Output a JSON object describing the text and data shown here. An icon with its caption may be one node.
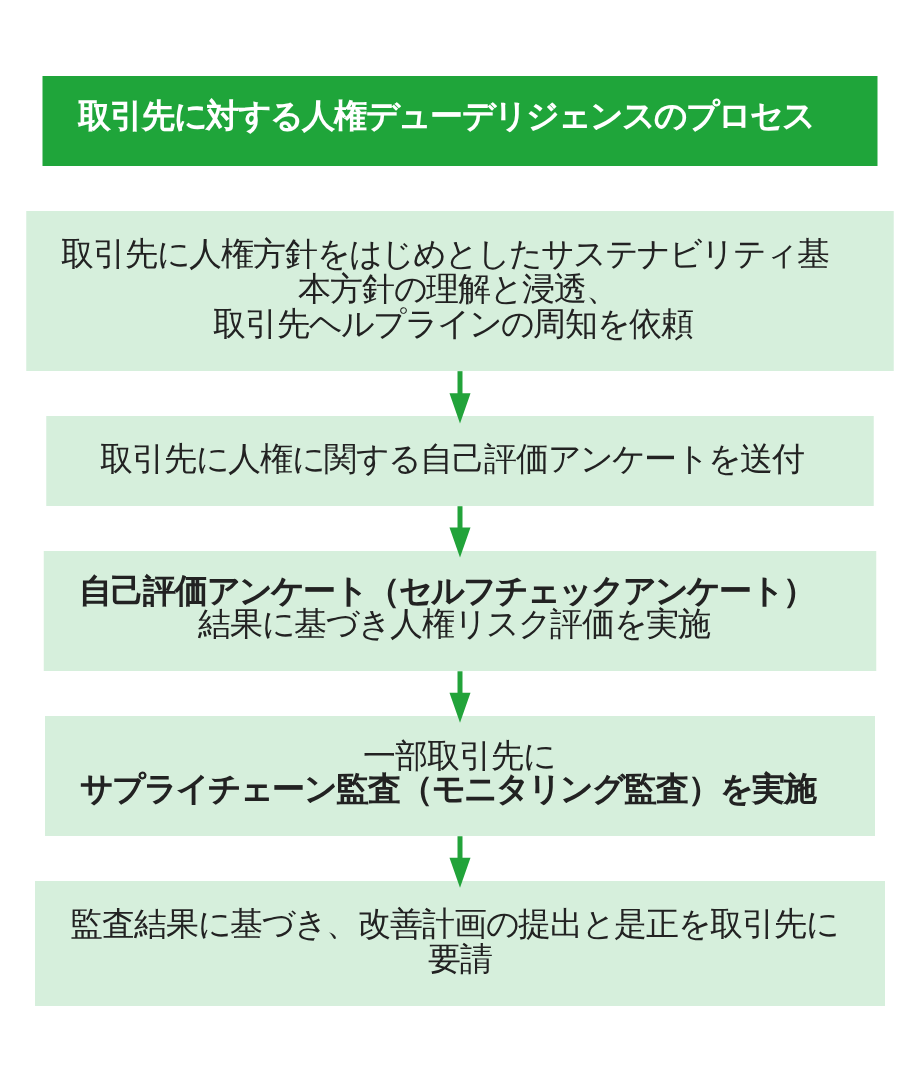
{
  "diagram": {
    "nodes": [
      {
        "text": [
          "取引先に対する人権デューデリジェンスのプロセス"
        ]
      },
      {
        "text": [
          "取引先に人権方針をはじめとしたサステナビリティ基本方針の理解と浸透、取引先ヘルプラインの周知を依頼"
        ]
      },
      {
        "text": [
          "取引先に人権に関する自己評価アンケートを送付"
        ]
      },
      {
        "text": [
          "**自己評価アンケート（セルフチェックアンケート）**結果に基づき人権リスク評価を実施"
        ]
      },
      {
        "text": [
          "一部取引先に**サプライチェーン監査（モニタリング監査）を実施**"
        ]
      },
      {
        "text": [
          "監査結果に基づき、改善計画の提出と是正を取引先に要請"
        ]
      }
    ],
    "edges": [
      {
        "from": 1,
        "to": 2,
        "arrow": "to"
      },
      {
        "from": 2,
        "to": 3,
        "arrow": "to"
      },
      {
        "from": 3,
        "to": 4,
        "arrow": "to"
      },
      {
        "from": 4,
        "to": 5,
        "arrow": "to"
      }
    ]
  }
}
